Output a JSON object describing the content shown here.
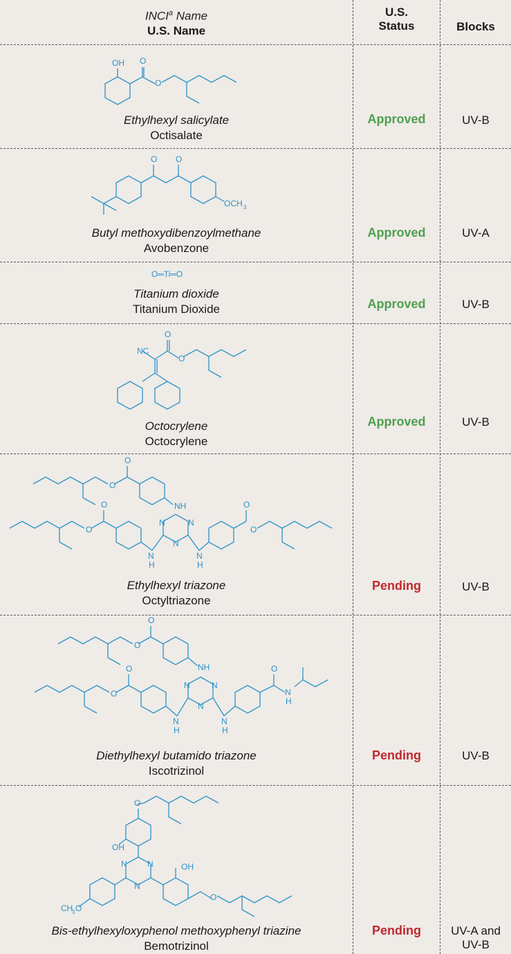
{
  "header": {
    "inci_label": "INCI",
    "inci_sup": "a",
    "inci_suffix": " Name",
    "us_name": "U.S. Name",
    "status_line1": "U.S.",
    "status_line2": "Status",
    "blocks": "Blocks"
  },
  "rows": [
    {
      "inci": "Ethylhexyl salicylate",
      "us_name": "Octisalate",
      "status": "Approved",
      "blocks": "UV-B"
    },
    {
      "inci": "Butyl methoxydibenzoylmethane",
      "us_name": "Avobenzone",
      "status": "Approved",
      "blocks": "UV-A"
    },
    {
      "inci": "Titanium dioxide",
      "us_name": "Titanium Dioxide",
      "status": "Approved",
      "blocks": "UV-B"
    },
    {
      "inci": "Octocrylene",
      "us_name": "Octocrylene",
      "status": "Approved",
      "blocks": "UV-B"
    },
    {
      "inci": "Ethylhexyl triazone",
      "us_name": "Octyltriazone",
      "status": "Pending",
      "blocks": "UV-B"
    },
    {
      "inci": "Diethylhexyl butamido triazone",
      "us_name": "Iscotrizinol",
      "status": "Pending",
      "blocks": "UV-B"
    },
    {
      "inci": "Bis-ethylhexyloxyphenol methoxyphenyl triazine",
      "us_name": "Bemotrizinol",
      "status": "Pending",
      "blocks_line1": "UV-A and",
      "blocks_line2": "UV-B"
    }
  ],
  "structure_labels": {
    "oh": "OH",
    "o": "O",
    "och3": "OCH",
    "sub3": "3",
    "tio2": "O═Ti═O",
    "nc": "NC",
    "n": "N",
    "nh": "NH",
    "h": "H",
    "ch3": "CH",
    "ch3o_o": "O"
  },
  "colors": {
    "approved": "#4ea04e",
    "pending": "#c0282d",
    "structure": "#2a93c9"
  }
}
